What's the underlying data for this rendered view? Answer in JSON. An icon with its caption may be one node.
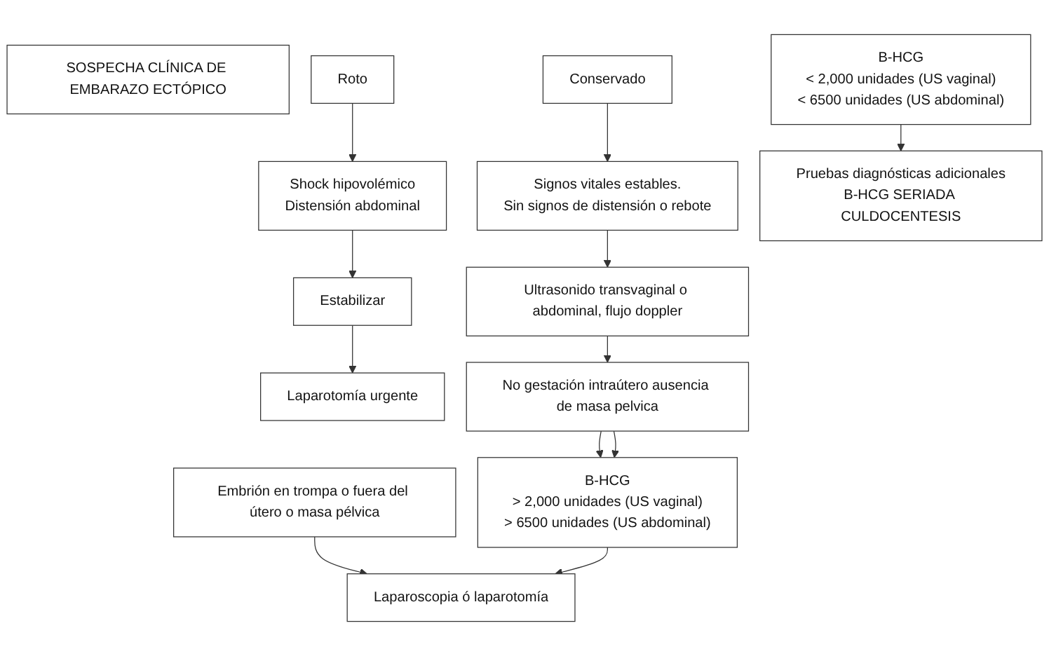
{
  "diagram": {
    "nodes": [
      {
        "text": [
          "SOSPECHA CLÍNICA DE EMBARAZO ECTÓPICO"
        ]
      },
      {
        "text": [
          "Conservado"
        ]
      },
      {
        "text": [
          "Roto"
        ]
      },
      {
        "text": [
          "Signos vitales estables.",
          "Sin signos de distensión o rebote"
        ]
      },
      {
        "text": [
          "Shock hipovolémico",
          "Distensión abdominal"
        ]
      },
      {
        "text": [
          "Estabilizar"
        ]
      },
      {
        "text": [
          "Laparotomía urgente"
        ]
      },
      {
        "text": [
          "Ultrasonido transvaginal o abdominal, flujo doppler"
        ]
      },
      {
        "text": [
          "No gestación intraútero ausencia de masa pelvica"
        ]
      },
      {
        "text": [
          "Embrión en trompa o fuera del útero o masa pélvica"
        ]
      },
      {
        "text": [
          "B-HCG",
          "> 2,000 unidades (US vaginal)",
          "> 6500 unidades (US abdominal)"
        ]
      },
      {
        "text": [
          "B-HCG",
          "< 2,000 unidades (US vaginal)",
          "< 6500 unidades (US abdominal)"
        ]
      },
      {
        "text": [
          "Laparoscopia ó laparotomía"
        ]
      },
      {
        "text": [
          "Pruebas diagnósticas adicionales",
          "B-HCG SERIADA CULDOCENTESIS"
        ]
      }
    ],
    "edges": [
      {
        "from": 1,
        "to": 3,
        "arrow": "to"
      },
      {
        "from": 2,
        "to": 4,
        "arrow": "to"
      },
      {
        "from": 4,
        "to": 5,
        "arrow": "to"
      },
      {
        "from": 5,
        "to": 6,
        "arrow": "to"
      },
      {
        "from": 3,
        "to": 7,
        "arrow": "to"
      },
      {
        "from": 7,
        "to": 8,
        "arrow": "to"
      },
      {
        "from": 8,
        "to": 10,
        "arrow": "to"
      },
      {
        "from": 8,
        "to": 10,
        "arrow": "to"
      },
      {
        "from": 9,
        "to": 12,
        "arrow": "to"
      },
      {
        "from": 10,
        "to": 12,
        "arrow": "to"
      },
      {
        "from": 11,
        "to": 13,
        "arrow": "to"
      }
    ]
  }
}
